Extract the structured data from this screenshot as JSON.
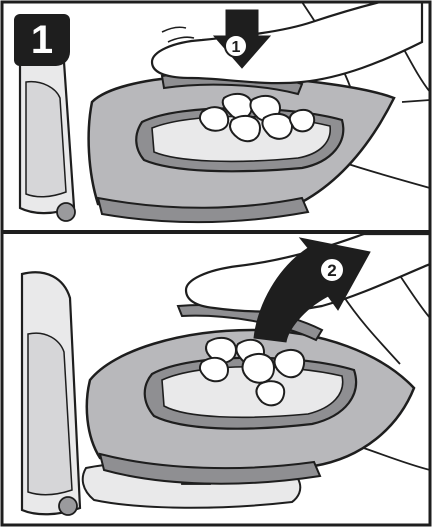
{
  "step": {
    "number": "1"
  },
  "callouts": [
    {
      "number": "1",
      "action": "press-down"
    },
    {
      "number": "2",
      "action": "lift-up"
    }
  ],
  "colors": {
    "body_gray": "#b8b8bb",
    "handle_dark": "#8f8f92",
    "panel_light": "#e9e9ea",
    "outline": "#1e1e1e",
    "badge": "#1e1e1e"
  }
}
